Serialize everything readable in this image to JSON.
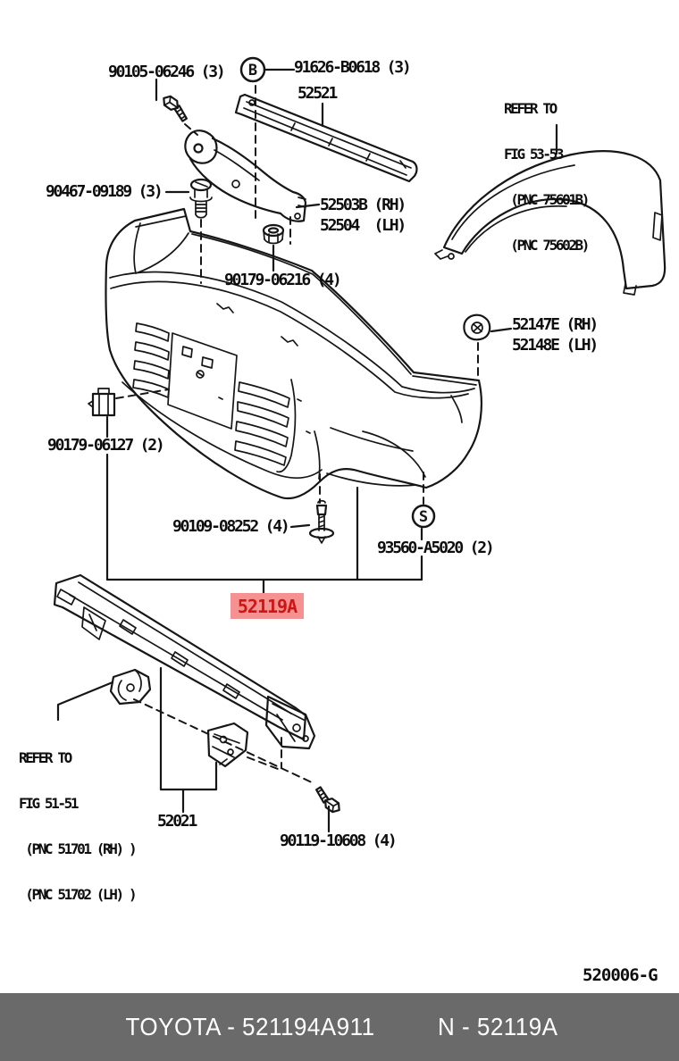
{
  "diagram": {
    "figure_code": "520006-G",
    "highlighted_part": "52119A",
    "symbols": {
      "b": "B",
      "s": "S"
    },
    "callouts": [
      {
        "id": "90105-06246",
        "text": "90105-06246 (3)"
      },
      {
        "id": "91626-B0618",
        "text": "91626-B0618 (3)"
      },
      {
        "id": "52521",
        "text": "52521"
      },
      {
        "id": "90467-09189",
        "text": "90467-09189 (3)"
      },
      {
        "id": "52503B",
        "text": "52503B (RH)"
      },
      {
        "id": "52504",
        "text": "52504  (LH)"
      },
      {
        "id": "90179-06216",
        "text": "90179-06216 (4)"
      },
      {
        "id": "52147E",
        "text": "52147E (RH)"
      },
      {
        "id": "52148E",
        "text": "52148E (LH)"
      },
      {
        "id": "90179-06127",
        "text": "90179-06127 (2)"
      },
      {
        "id": "90109-08252",
        "text": "90109-08252 (4)"
      },
      {
        "id": "93560-A5020",
        "text": "93560-A5020 (2)"
      },
      {
        "id": "52119A",
        "text": "52119A"
      },
      {
        "id": "52021",
        "text": "52021"
      },
      {
        "id": "90119-10608",
        "text": "90119-10608 (4)"
      }
    ],
    "refer_notes": [
      {
        "id": "fig-53-53",
        "lines": [
          "REFER TO",
          "FIG 53-53",
          " (PNC 75601B)",
          " (PNC 75602B)"
        ]
      },
      {
        "id": "fig-51-51",
        "lines": [
          "REFER TO",
          "FIG 51-51",
          " (PNC 51701 (RH) )",
          " (PNC 51702 (LH) )"
        ]
      }
    ],
    "footer": {
      "brand_part": "TOYOTA - 521194A911",
      "number": "N - 52119A"
    }
  },
  "colors": {
    "paper": "#ffffff",
    "line": "#161616",
    "highlight_bg": "#f59191",
    "highlight_text": "#cc1616",
    "footer_bg": "#6a6a6a",
    "footer_text": "#ffffff"
  }
}
